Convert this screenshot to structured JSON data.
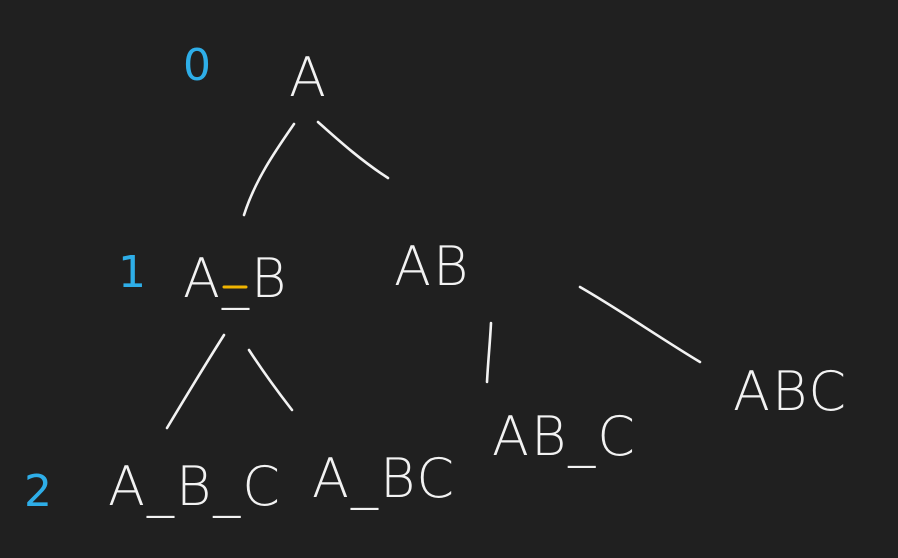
{
  "colors": {
    "background": "#202020",
    "ink": "#f2f2f2",
    "level": "#2eaee8",
    "highlight": "#f0b400"
  },
  "levels": {
    "l0": "0",
    "l1": "1",
    "l2": "2"
  },
  "nodes": {
    "root": "A",
    "a_b": "A_B",
    "ab": "AB",
    "a_b_c": "A_B_C",
    "a_bc": "A_BC",
    "ab_c": "AB_C",
    "abc": "ABC"
  }
}
